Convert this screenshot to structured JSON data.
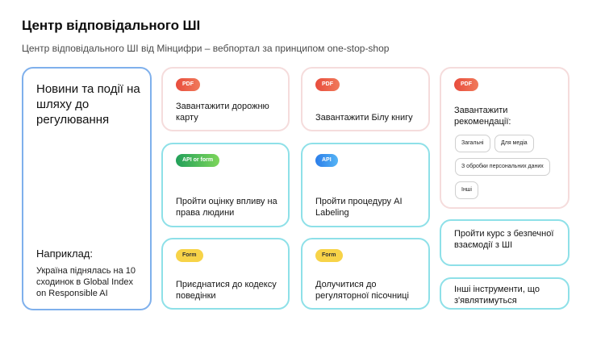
{
  "header": {
    "title": "Центр відповідального ШІ",
    "subtitle": "Центр відповідального ШІ від Мінцифри – вебпортал за принципом one-stop-shop"
  },
  "news_card": {
    "title": "Новини та події на шляху до регулювання",
    "example_label": "Наприклад:",
    "example_text": "Україна піднялась на 10 сходинок в Global Index on Responsible AI"
  },
  "cards": [
    {
      "badge": "PDF",
      "text": "Завантажити дорожню карту"
    },
    {
      "badge": "PDF",
      "text": "Завантажити Білу книгу"
    },
    {
      "badge": "PDF",
      "text": "Завантажити рекомендації:"
    },
    {
      "badge": "API or form",
      "text": "Пройти оцінку впливу на права людини"
    },
    {
      "badge": "API",
      "text": "Пройти процедуру AI Labeling"
    },
    {
      "badge": "Form",
      "text": "Приєднатися до кодексу поведінки"
    },
    {
      "badge": "Form",
      "text": "Долучитися до регуляторної пісочниці"
    },
    {
      "text": "Пройти курс з безпечної взаємодії з ШІ"
    },
    {
      "text": "Інші інструменти, що з'являтимуться"
    }
  ],
  "recommendation_chips": [
    "Загальні",
    "Для медіа",
    "З обробки персональних даних",
    "Інші"
  ]
}
